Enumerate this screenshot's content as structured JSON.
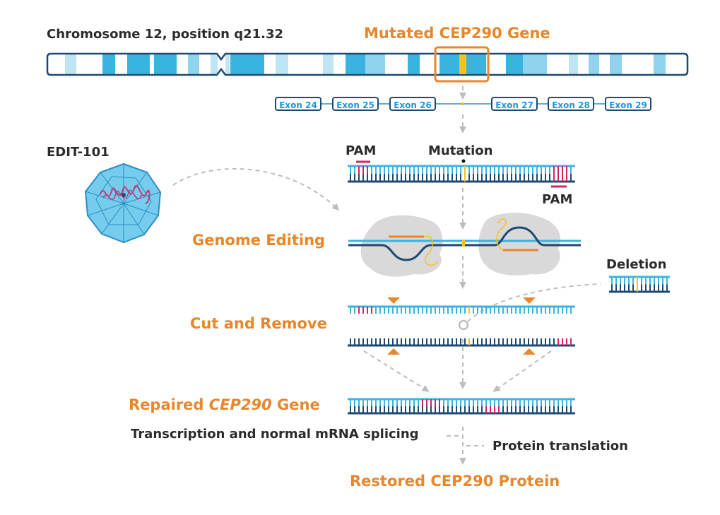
{
  "labels": {
    "chromosome": "Chromosome 12, position q21.32",
    "mutated_gene": "Mutated CEP290 Gene",
    "edit101": "EDIT-101",
    "pam_top": "PAM",
    "mutation": "Mutation",
    "pam_bottom": "PAM",
    "genome_editing": "Genome Editing",
    "deletion": "Deletion",
    "cut_remove": "Cut and Remove",
    "repaired_prefix": "Repaired ",
    "repaired_gene": "CEP290",
    "repaired_suffix": " Gene",
    "transcription": "Transcription and normal mRNA splicing",
    "protein_translation": "Protein translation",
    "restored_protein": "Restored CEP290 Protein"
  },
  "exons": [
    "Exon 24",
    "Exon 25",
    "Exon 26",
    "Exon 27",
    "Exon 28",
    "Exon 29"
  ],
  "colors": {
    "orange": "#e8862a",
    "dark_navy": "#1e4a72",
    "blue": "#3bb3e0",
    "light_blue": "#bfe4f3",
    "yellow": "#f5c21b",
    "pink": "#d6245f",
    "gray_blob": "#d9d9d9",
    "arrow_gray": "#b5b5b5"
  },
  "icons": [
    "aav-capsid-icon",
    "cas9-complex-icon"
  ]
}
